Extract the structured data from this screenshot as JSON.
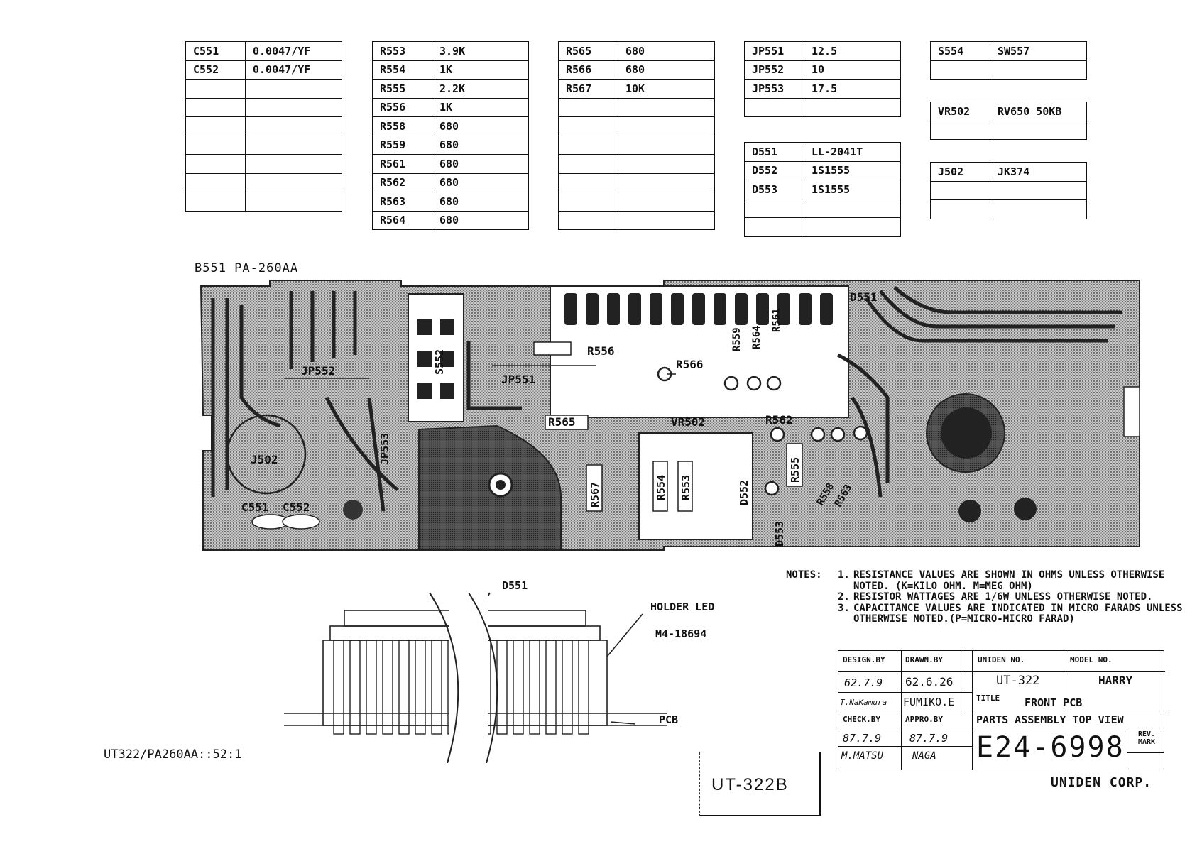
{
  "tables": [
    {
      "rows": [
        [
          "C551",
          "0.0047/YF"
        ],
        [
          "C552",
          "0.0047/YF"
        ],
        [
          "",
          ""
        ],
        [
          "",
          ""
        ],
        [
          "",
          ""
        ],
        [
          "",
          ""
        ],
        [
          "",
          ""
        ],
        [
          "",
          ""
        ],
        [
          "",
          ""
        ]
      ]
    },
    {
      "rows": [
        [
          "R553",
          "3.9K"
        ],
        [
          "R554",
          "1K"
        ],
        [
          "R555",
          "2.2K"
        ],
        [
          "R556",
          "1K"
        ],
        [
          "R558",
          "680"
        ],
        [
          "R559",
          "680"
        ],
        [
          "R561",
          "680"
        ],
        [
          "R562",
          "680"
        ],
        [
          "R563",
          "680"
        ],
        [
          "R564",
          "680"
        ]
      ]
    },
    {
      "rows": [
        [
          "R565",
          "680"
        ],
        [
          "R566",
          "680"
        ],
        [
          "R567",
          "10K"
        ],
        [
          "",
          ""
        ],
        [
          "",
          ""
        ],
        [
          "",
          ""
        ],
        [
          "",
          ""
        ],
        [
          "",
          ""
        ],
        [
          "",
          ""
        ],
        [
          "",
          ""
        ]
      ]
    },
    {
      "rows": [
        [
          "JP551",
          "12.5"
        ],
        [
          "JP552",
          "10"
        ],
        [
          "JP553",
          "17.5"
        ],
        [
          "",
          ""
        ]
      ]
    },
    {
      "rows": [
        [
          "D551",
          "LL-2041T"
        ],
        [
          "D552",
          "1S1555"
        ],
        [
          "D553",
          "1S1555"
        ],
        [
          "",
          ""
        ],
        [
          "",
          ""
        ]
      ]
    },
    {
      "rows": [
        [
          "S554",
          "SW557"
        ],
        [
          "",
          ""
        ]
      ]
    },
    {
      "rows": [
        [
          "VR502",
          "RV650  50KB"
        ],
        [
          "",
          ""
        ]
      ]
    },
    {
      "rows": [
        [
          "J502",
          "JK374"
        ],
        [
          "",
          ""
        ],
        [
          "",
          ""
        ]
      ]
    }
  ],
  "board_label": "B551  PA-260AA",
  "pcb_labels": {
    "d551": "D551",
    "r556": "R556",
    "r566": "R566",
    "jp552": "JP552",
    "jp551": "JP551",
    "s552": "S552",
    "jp553": "JP553",
    "j502": "J502",
    "c551": "C551",
    "c552": "C552",
    "r565": "R565",
    "vr502": "VR502",
    "r562": "R562",
    "r567": "R567",
    "r554": "R554",
    "r553": "R553",
    "d552": "D552",
    "d553": "D553",
    "r555": "R555",
    "r559": "R559",
    "r563": "R563",
    "r564": "R564",
    "r561": "R561",
    "r558": "R558"
  },
  "holder": {
    "d551_label": "D551",
    "holder_label": "HOLDER LED",
    "part_no": "M4-18694",
    "pcb_label": "PCB"
  },
  "file_ref": "UT322/PA260AA::52:1",
  "notes": {
    "header": "NOTES:",
    "items": [
      {
        "num": "1.",
        "text": "RESISTANCE VALUES ARE SHOWN IN OHMS UNLESS OTHERWISE NOTED. (K=KILO OHM. M=MEG OHM)"
      },
      {
        "num": "2.",
        "text": "RESISTOR WATTAGES ARE 1/6W UNLESS OTHERWISE NOTED."
      },
      {
        "num": "3.",
        "text": "CAPACITANCE VALUES ARE INDICATED IN MICRO FARADS UNLESS OTHERWISE NOTED.(P=MICRO-MICRO FARAD)"
      }
    ]
  },
  "title_block": {
    "design_by_label": "DESIGN.BY",
    "drawn_by_label": "DRAWN.BY",
    "uniden_no_label": "UNIDEN NO.",
    "model_no_label": "MODEL NO.",
    "design_date": "62.7.9",
    "drawn_date": "62.6.26",
    "uniden_no": "UT-322",
    "model_no": "HARRY",
    "designer": "T.NaKamura",
    "drawer": "FUMIKO.E",
    "title_label": "TITLE",
    "title_line1": "FRONT PCB",
    "title_line2": "PARTS ASSEMBLY TOP VIEW",
    "check_by_label": "CHECK.BY",
    "appro_by_label": "APPRO.BY",
    "check_date": "87.7.9",
    "appro_date": "87.7.9",
    "checker": "M.MATSU",
    "approver": "NAGA",
    "drawing_no": "E24-6998",
    "rev_label": "REV. MARK",
    "company": "UNIDEN CORP."
  },
  "stamp": "UT-322B"
}
